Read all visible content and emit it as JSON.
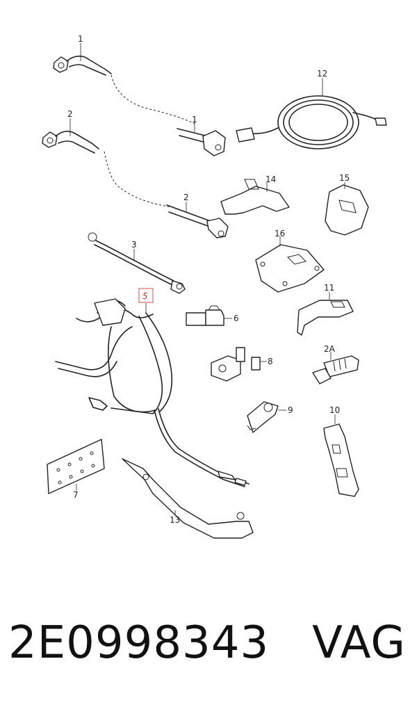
{
  "diagram": {
    "callouts": {
      "c1a": "1",
      "c1b": "1",
      "c2a": "2",
      "c2b": "2",
      "c3": "3",
      "c5": "5",
      "c6": "6",
      "c7": "7",
      "c8": "8",
      "c9": "9",
      "c10": "10",
      "c11": "11",
      "c12": "12",
      "c13": "13",
      "c14": "14",
      "c15": "15",
      "c16": "16",
      "c2A": "2A"
    },
    "highlight_color": "#e06a6a"
  },
  "footer": {
    "part_number": "2E0998343",
    "brand": "VAG"
  }
}
